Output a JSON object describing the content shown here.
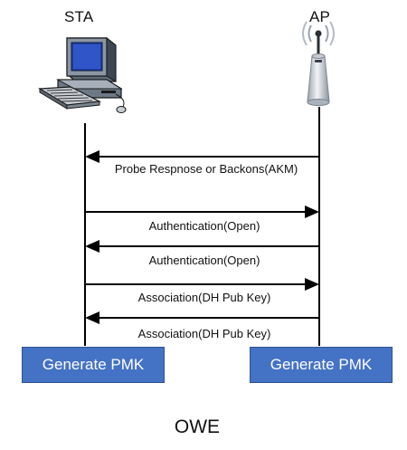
{
  "entities": {
    "sta": "STA",
    "ap": "AP"
  },
  "messages": [
    {
      "label": "Probe Respnose or Backons(AKM)",
      "direction": "ap-to-sta"
    },
    {
      "label": "Authentication(Open)",
      "direction": "sta-to-ap"
    },
    {
      "label": "Authentication(Open)",
      "direction": "ap-to-sta"
    },
    {
      "label": "Association(DH Pub Key)",
      "direction": "sta-to-ap"
    },
    {
      "label": "Association(DH Pub Key)",
      "direction": "ap-to-sta"
    }
  ],
  "boxes": {
    "sta": "Generate PMK",
    "ap": "Generate PMK"
  },
  "caption": "OWE",
  "colors": {
    "box_fill": "#4472c4",
    "box_text": "#ffffff",
    "line": "#000000"
  },
  "icons": {
    "sta": "computer-workstation-icon",
    "ap": "wireless-access-point-icon"
  }
}
